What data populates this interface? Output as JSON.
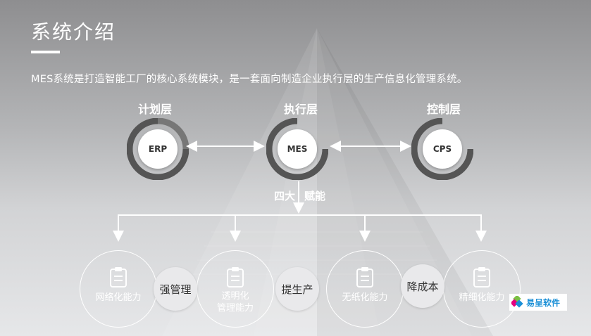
{
  "header": {
    "title": "系统介绍",
    "intro": "MES系统是打造智能工厂的核心系统模块，是一套面向制造企业执行层的生产信息化管理系统。"
  },
  "layers": [
    {
      "label": "计划层",
      "node": "ERP"
    },
    {
      "label": "执行层",
      "node": "MES"
    },
    {
      "label": "控制层",
      "node": "CPS"
    }
  ],
  "empower": {
    "left": "四大",
    "right": "赋能"
  },
  "abilities": [
    {
      "label": "网络化能力"
    },
    {
      "label": "透明化\n管理能力"
    },
    {
      "label": "无纸化能力"
    },
    {
      "label": "精细化能力"
    }
  ],
  "benefits": [
    "强管理",
    "提生产",
    "降成本"
  ],
  "brand": {
    "name": "易呈软件"
  },
  "colors": {
    "ring": "#666666",
    "accent_green": "#7bc043",
    "accent_blue": "#1a8fd6",
    "accent_pink": "#e6007e"
  }
}
